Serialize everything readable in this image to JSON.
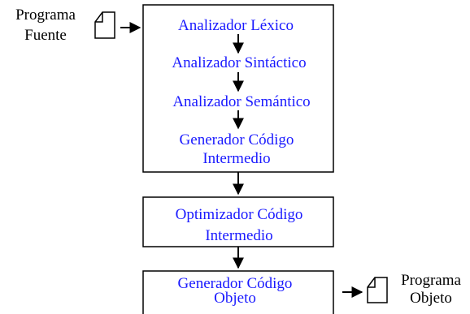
{
  "source": {
    "label_line1": "Programa",
    "label_line2": "Fuente"
  },
  "stages": {
    "lexer": "Analizador Léxico",
    "parser": "Analizador Sintáctico",
    "semantic": "Analizador Semántico",
    "intermediate_line1": "Generador Código",
    "intermediate_line2": "Intermedio",
    "optimizer_line1": "Optimizador Código",
    "optimizer_line2": "Intermedio",
    "codegen_line1": "Generador Código",
    "codegen_line2": "Objeto"
  },
  "output": {
    "label_line1": "Programa",
    "label_line2": "Objeto"
  },
  "colors": {
    "stage_text": "#1a1aff",
    "lines": "#000000"
  }
}
